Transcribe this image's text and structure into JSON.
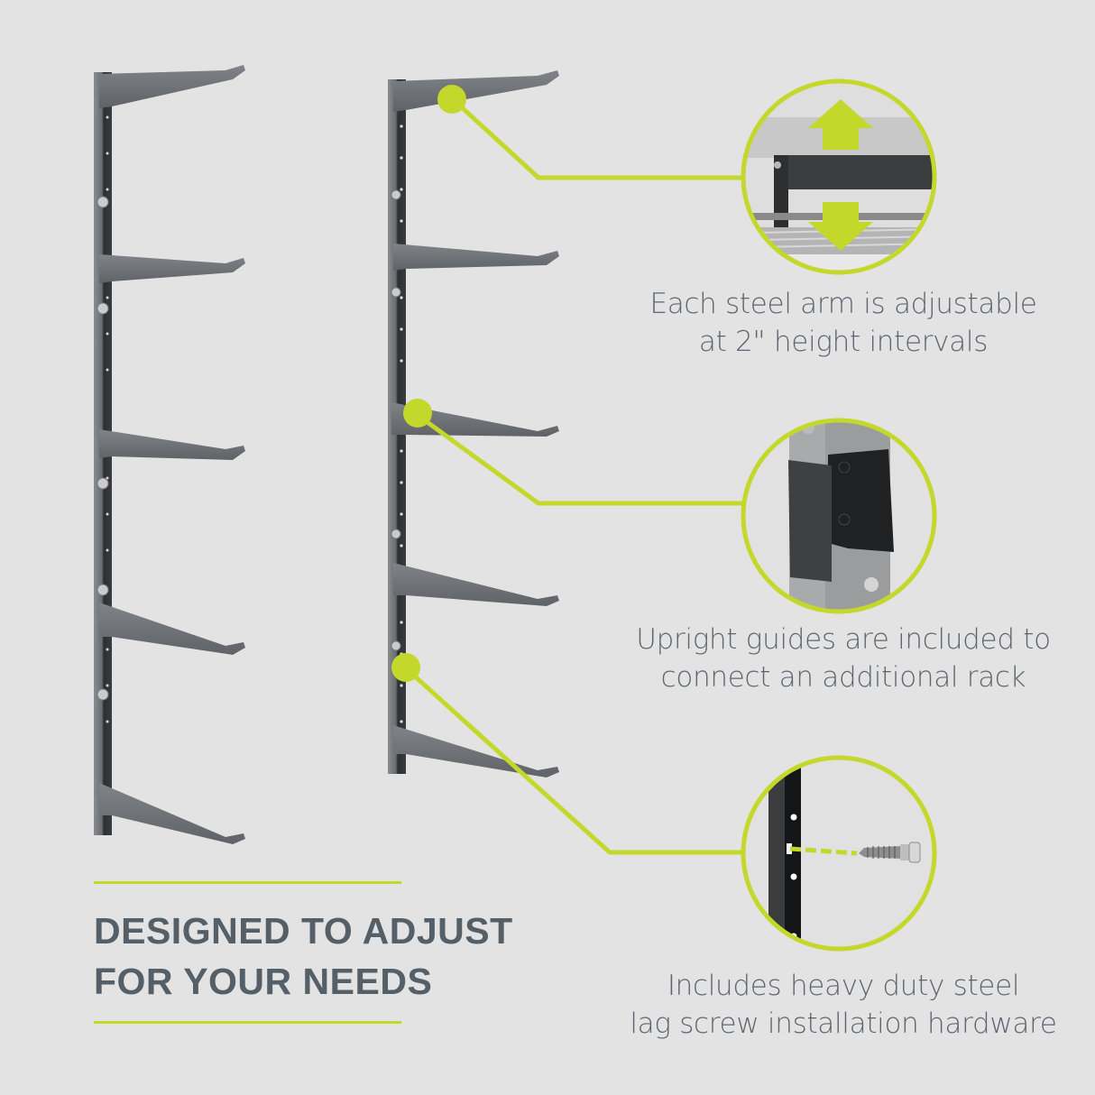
{
  "colors": {
    "background": "#e3e3e3",
    "accent_green": "#c3d82a",
    "text_gray": "#5d6670",
    "headline_gray": "#555f68",
    "steel_dark": "#3a3d40",
    "steel_mid": "#6b6e72"
  },
  "headline": {
    "line1": "DESIGNED TO ADJUST",
    "line2": "FOR YOUR NEEDS"
  },
  "callouts": [
    {
      "id": "adjustable-arm",
      "image": "arm-with-up-down-arrows",
      "line1": "Each steel arm is adjustable",
      "line2": "at 2\" height intervals"
    },
    {
      "id": "upright-guides",
      "image": "upright-guide-connector",
      "line1": "Upright guides are included to",
      "line2": "connect an additional rack"
    },
    {
      "id": "lag-screw",
      "image": "lag-screw-into-upright",
      "line1": "Includes heavy duty steel",
      "line2": "lag screw installation hardware"
    }
  ],
  "racks": [
    {
      "id": "rack-left",
      "arms": 5
    },
    {
      "id": "rack-middle",
      "arms": 5
    }
  ]
}
